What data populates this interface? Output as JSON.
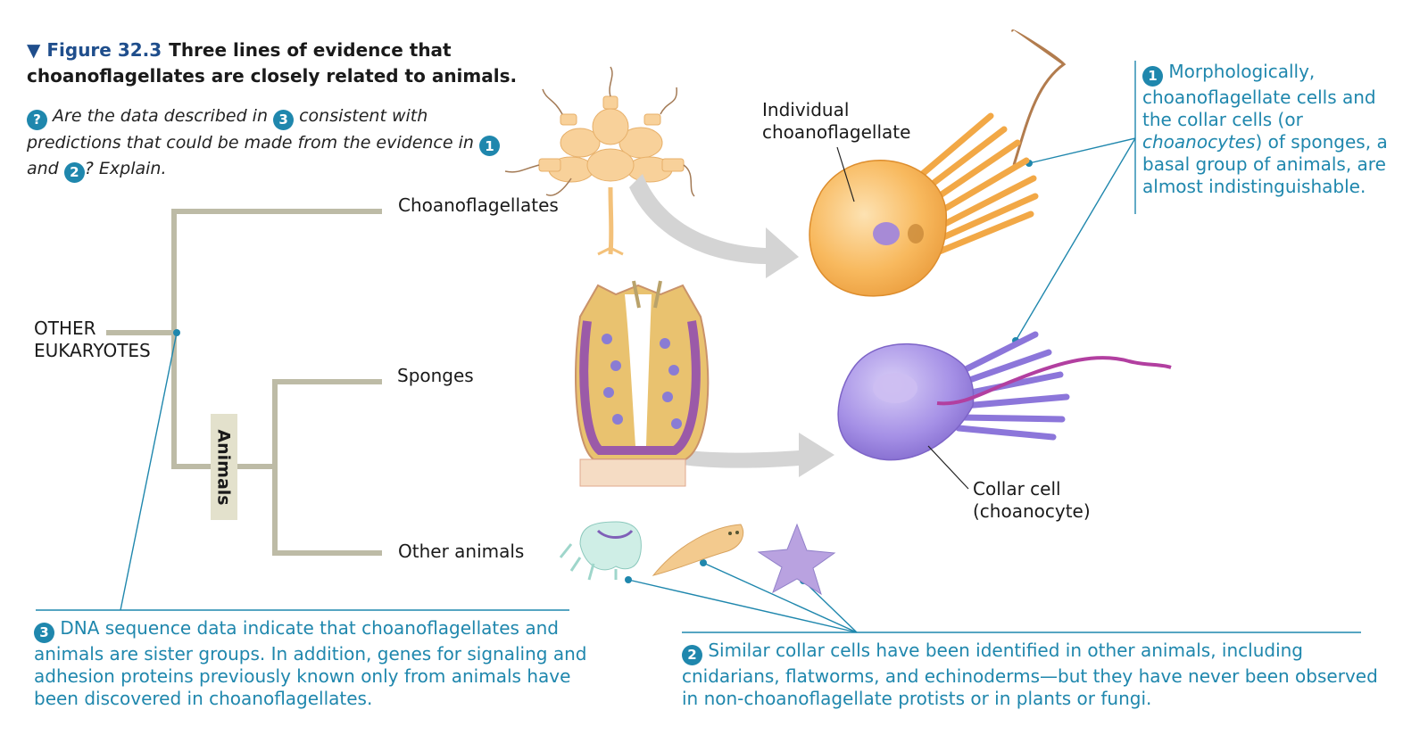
{
  "figure": {
    "number": "Figure 32.3",
    "title": "Three lines of evidence that choanoflagellates are closely related to animals."
  },
  "question": {
    "prefix": "Are the data described in",
    "mid": "consistent with predictions that could be made from the evidence in",
    "and": "and",
    "suffix": "? Explain.",
    "icon": "?",
    "n3": "3",
    "n1": "1",
    "n2": "2"
  },
  "tree": {
    "other_eukaryotes_line1": "OTHER",
    "other_eukaryotes_line2": "EUKARYOTES",
    "choanoflagellates": "Choanoflagellates",
    "sponges": "Sponges",
    "other_animals": "Other animals",
    "animals": "Animals"
  },
  "labels": {
    "individual1": "Individual",
    "individual2": "choanoflagellate",
    "collar1": "Collar cell",
    "collar2": "(choanocyte)"
  },
  "evidence": {
    "one": {
      "num": "1",
      "text_a": "Morphologically, choanoflagellate cells and the collar cells (or",
      "text_em": "choanocytes",
      "text_b": ") of sponges, a basal group of animals, are almost indistinguishable."
    },
    "two": {
      "num": "2",
      "text": "Similar collar cells have been identified in other animals, including cnidarians, flatworms, and echinoderms—but they have never been observed in non-choanoflagellate protists or in plants or fungi."
    },
    "three": {
      "num": "3",
      "text": "DNA sequence data indicate that choanoflagellates and animals are sister groups. In addition, genes for signaling and adhesion proteins previously known only from animals have been discovered in choanoflagellates."
    }
  },
  "colors": {
    "accent": "#1f87ad",
    "title_blue": "#1f4e8c",
    "tree_line": "#bdbba6",
    "choano_cell": "#f6b45a",
    "collar_cell": "#9c86dd"
  }
}
